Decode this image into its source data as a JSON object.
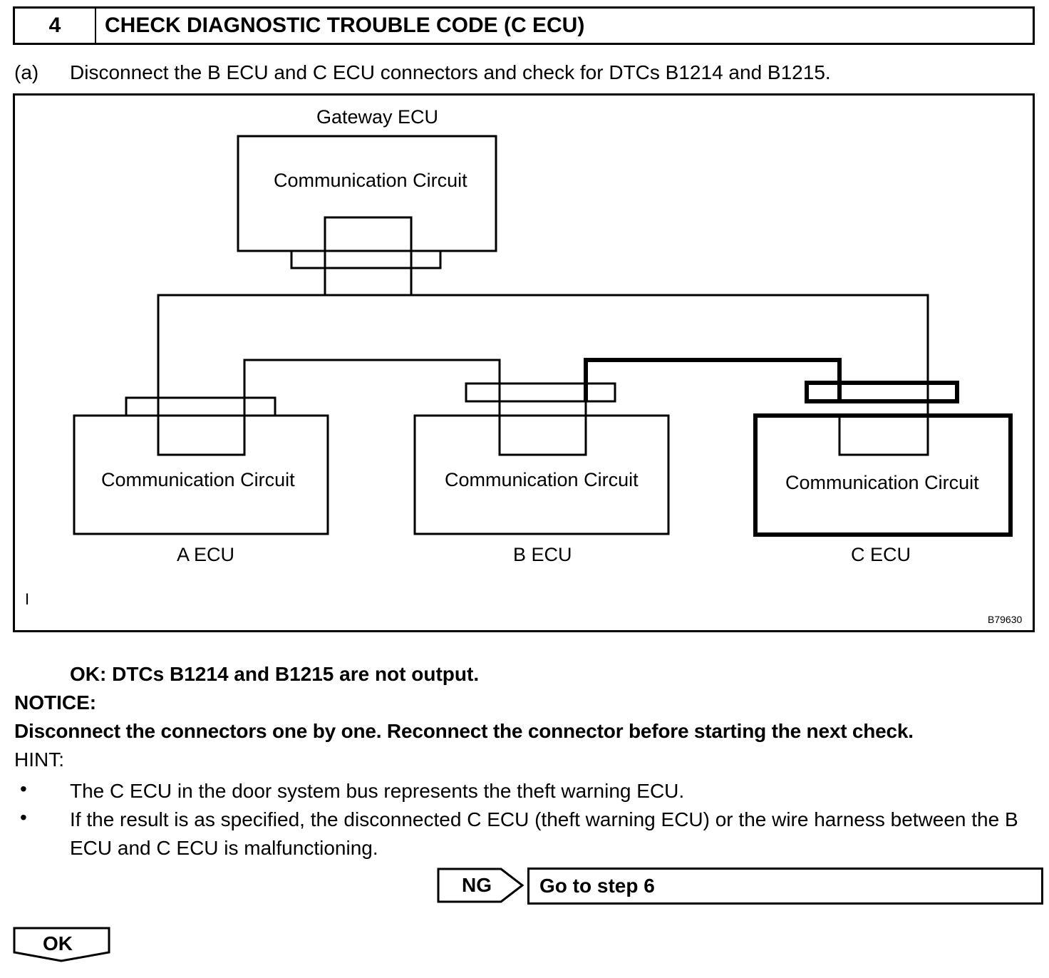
{
  "header": {
    "step_number": "4",
    "title": "CHECK DIAGNOSTIC TROUBLE CODE (C ECU)"
  },
  "instruction": {
    "label": "(a)",
    "text": "Disconnect the B ECU and C ECU connectors and check for DTCs B1214 and B1215."
  },
  "diagram": {
    "gateway_label": "Gateway ECU",
    "gateway_circuit": "Communication Circuit",
    "a_circuit": "Communication Circuit",
    "b_circuit": "Communication Circuit",
    "c_circuit": "Communication Circuit",
    "a_label": "A ECU",
    "b_label": "B ECU",
    "c_label": "C ECU",
    "corner_mark": "I",
    "figure_code": "B79630"
  },
  "result": {
    "ok_spec": "OK: DTCs B1214 and B1215 are not output."
  },
  "notice": {
    "heading": "NOTICE:",
    "body": "Disconnect the connectors one by one. Reconnect the connector before starting the next check."
  },
  "hint": {
    "heading": "HINT:",
    "bullet_symbol": "•",
    "items": [
      "The C ECU in the door system bus represents the theft warning ECU.",
      "If the result is as specified, the disconnected C ECU (theft warning ECU) or the wire harness between the B ECU and C ECU is malfunctioning."
    ]
  },
  "navigation": {
    "ng_label": "NG",
    "ng_action": "Go to step 6",
    "ok_label": "OK"
  }
}
